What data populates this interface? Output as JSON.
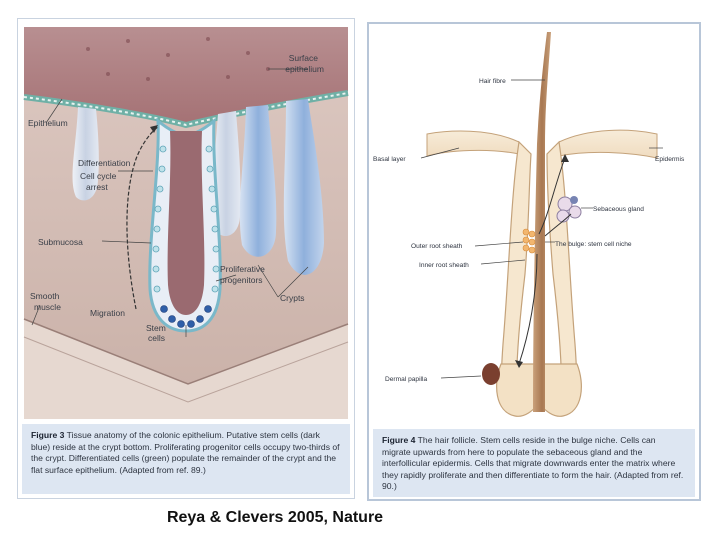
{
  "figure_left": {
    "labels": {
      "surface_epithelium_1": "Surface",
      "surface_epithelium_2": "epithelium",
      "epithelium": "Epithelium",
      "differentiation": "Differentiation",
      "cell_cycle_arrest_1": "Cell cycle",
      "cell_cycle_arrest_2": "arrest",
      "submucosa": "Submucosa",
      "proliferative_1": "Proliferative",
      "proliferative_2": "progenitors",
      "smooth_muscle_1": "Smooth",
      "smooth_muscle_2": "muscle",
      "migration": "Migration",
      "crypts": "Crypts",
      "stem_cells_1": "Stem",
      "stem_cells_2": "cells"
    },
    "caption_label": "Figure 3",
    "caption_text": "Tissue anatomy of the colonic epithelium. Putative stem cells (dark blue) reside at the crypt bottom. Proliferating progenitor cells occupy two-thirds of the crypt. Differentiated cells (green) populate the remainder of the crypt and the flat surface epithelium. (Adapted from ref. 89.)"
  },
  "figure_right": {
    "labels": {
      "hair_fibre": "Hair fibre",
      "epidermis": "Epidermis",
      "basal_layer": "Basal layer",
      "sebaceous_gland": "Sebaceous gland",
      "outer_root_sheath": "Outer root sheath",
      "bulge": "The bulge: stem cell niche",
      "inner_root_sheath": "Inner root sheath",
      "dermal_papilla": "Dermal papilla"
    },
    "caption_label": "Figure 4",
    "caption_text": "The hair follicle. Stem cells reside in the bulge niche. Cells can migrate upwards from here to populate the sebaceous gland and the interfollicular epidermis. Cells that migrate downwards enter the matrix where they rapidly proliferate and then differentiate to form the hair. (Adapted from ref. 90.)"
  },
  "citation": "Reya & Clevers 2005, Nature"
}
